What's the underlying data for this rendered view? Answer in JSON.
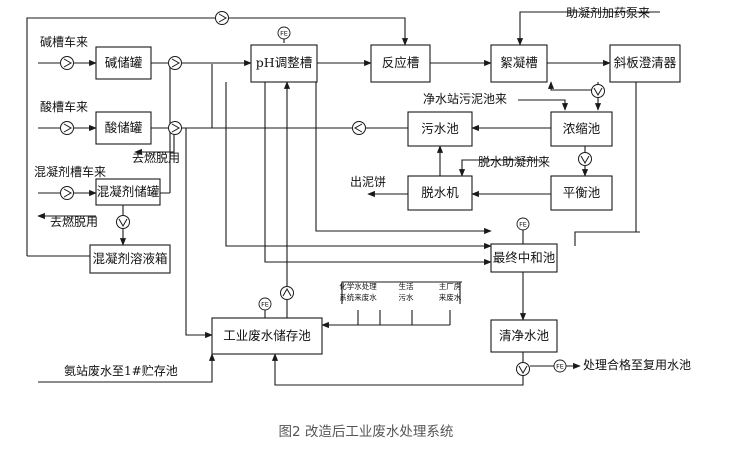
{
  "boxes": {
    "alkali_tank": "碱储罐",
    "acid_tank": "酸储罐",
    "coag_tank": "混凝剂储罐",
    "coag_solution_box": "混凝剂溶液箱",
    "ph_tank": "pH调整槽",
    "reaction_tank": "反应槽",
    "flocculation_tank": "絮凝槽",
    "inclined_clarifier": "斜板澄清器",
    "sewage_pool": "污水池",
    "thickener": "浓缩池",
    "balance_pool": "平衡池",
    "dewatering": "脱水机",
    "final_neutralization": "最终中和池",
    "clean_water_pool": "清净水池",
    "industrial_storage": "工业废水储存池"
  },
  "labels": {
    "alkali_truck": "碱槽车来",
    "acid_truck": "酸槽车来",
    "coag_truck": "混凝剂槽车来",
    "to_desulfur_1": "去燃脱用",
    "to_desulfur_2": "去燃脱用",
    "flocculant_dosing": "助凝剂加药泵来",
    "water_station_sludge": "净水站污泥池来",
    "dewatering_aid": "脱水助凝剂来",
    "cake_out": "出泥饼",
    "ammonia_waste": "氨站废水至1#贮存池",
    "treated_reuse": "处理合格至复用水池"
  },
  "sources": {
    "chem_line1": "化学水处理",
    "chem_line2": "系统来废水",
    "life_line1": "生活",
    "life_line2": "污水",
    "plant_line1": "主厂房",
    "plant_line2": "来废水"
  },
  "instruments": {
    "fe_ph": "FE",
    "fe_final": "FE",
    "fe_storage": "FE",
    "fe_out": "FE"
  },
  "caption": "图2 改造后工业废水处理系统"
}
